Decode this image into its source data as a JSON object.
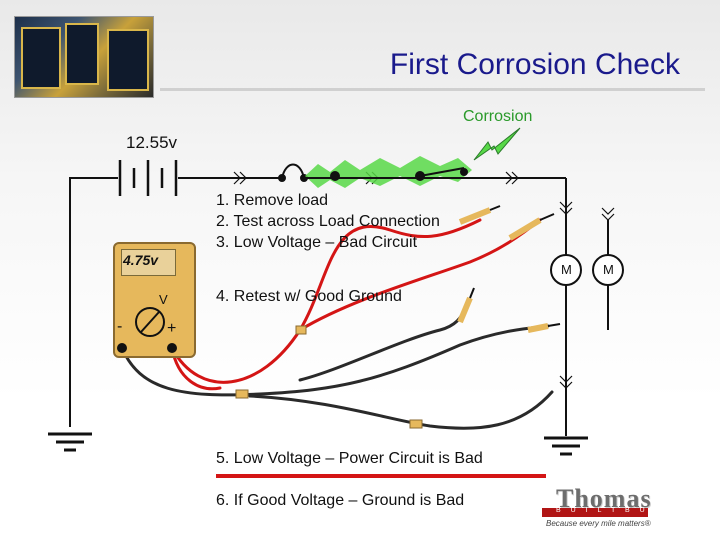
{
  "slide": {
    "title": "First Corrosion Check",
    "corrosion_label": "Corrosion",
    "battery_voltage": "12.55v"
  },
  "steps": [
    "1.  Remove load",
    "2.  Test across Load Connection",
    "3.  Low Voltage – Bad Circuit",
    "4.  Retest w/ Good Ground",
    "5.  Low Voltage – Power Circuit is Bad",
    "6.  If Good Voltage – Ground is Bad"
  ],
  "meter": {
    "reading": "4.75v",
    "mode": "V",
    "negative": "-",
    "positive": "+"
  },
  "motors": {
    "left_label": "M",
    "right_label": "M"
  },
  "logo": {
    "name": "Thomas",
    "sub": "B U I L T   B U S E S",
    "tagline": "Because every mile matters®"
  },
  "colors": {
    "title": "#1a1a8c",
    "corrosion": "#2a9a2a",
    "positive_lead": "#d41515",
    "negative_lead": "#2a2a2a",
    "highlight_bar": "#d41515",
    "meter_body": "#e6b85c"
  },
  "icons": {
    "battery": "battery-icon",
    "fuse": "fuse-icon",
    "switch": "switch-icon",
    "ground": "ground-icon",
    "motor": "motor-icon",
    "multimeter": "multimeter-icon",
    "probe": "probe-icon",
    "photo": "school-bus-photo"
  }
}
